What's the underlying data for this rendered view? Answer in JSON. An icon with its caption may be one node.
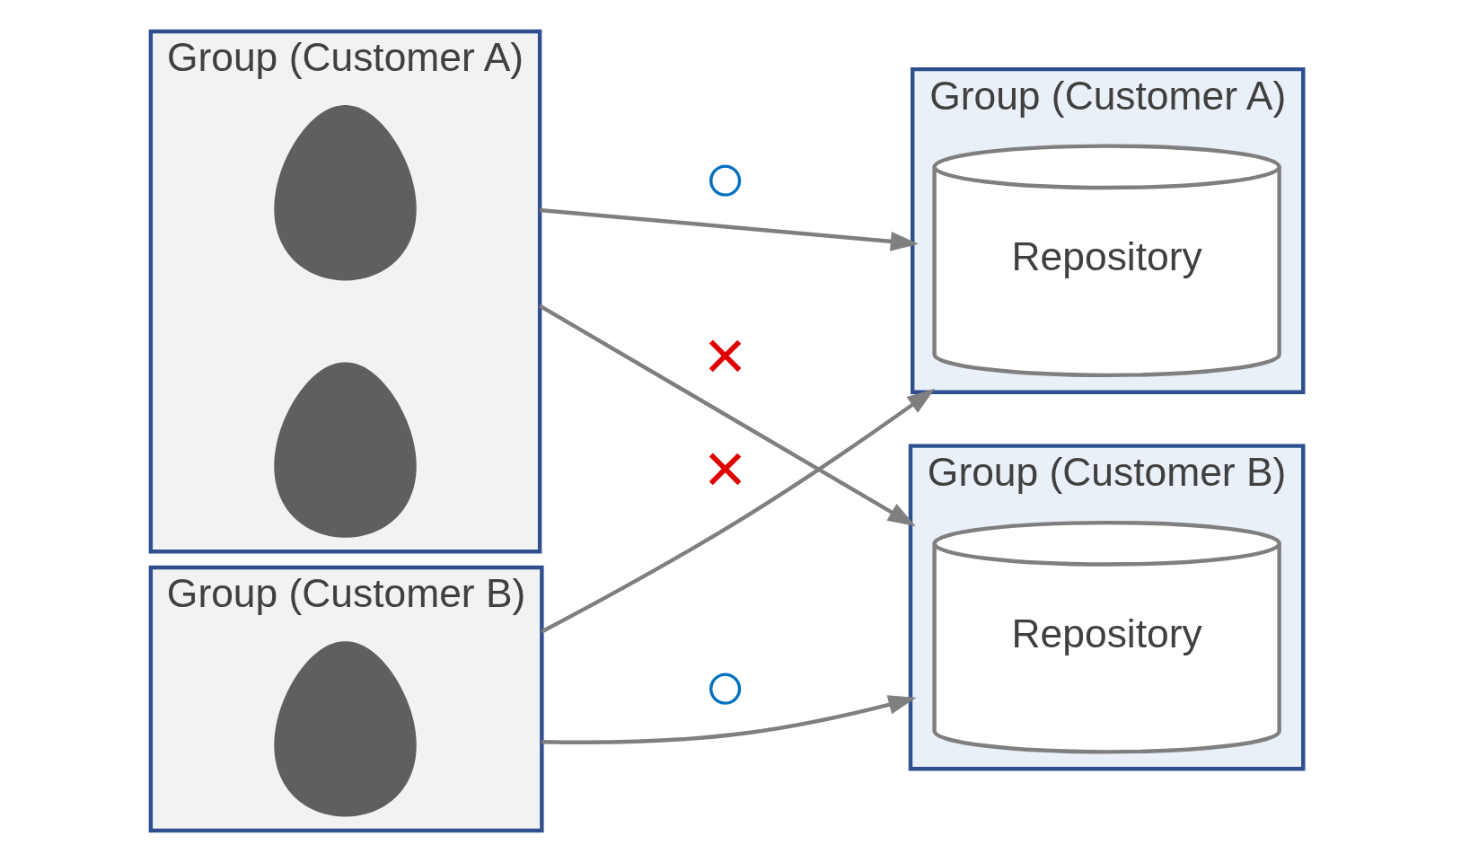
{
  "diagram": {
    "nodes": [
      {
        "text": [
          "Group (Customer A)"
        ]
      },
      {
        "text": [],
        "shape": "person",
        "in": 0
      },
      {
        "text": [],
        "shape": "person",
        "in": 0
      },
      {
        "text": [
          "Group (Customer B)"
        ]
      },
      {
        "text": [],
        "shape": "person",
        "in": 3
      },
      {
        "text": [
          "Group (Customer A)"
        ]
      },
      {
        "text": [
          "Repository"
        ],
        "in": 5
      },
      {
        "text": [
          "Group (Customer B)"
        ]
      },
      {
        "text": [
          "Repository"
        ],
        "in": 7
      }
    ],
    "edges": [
      {
        "from": 0,
        "to": 5,
        "arrow": "to",
        "label": "○"
      },
      {
        "from": 0,
        "to": 7,
        "arrow": "to",
        "label": "×"
      },
      {
        "from": 3,
        "to": 5,
        "arrow": "to",
        "label": "×"
      },
      {
        "from": 3,
        "to": 7,
        "arrow": "to",
        "label": "○"
      }
    ]
  }
}
